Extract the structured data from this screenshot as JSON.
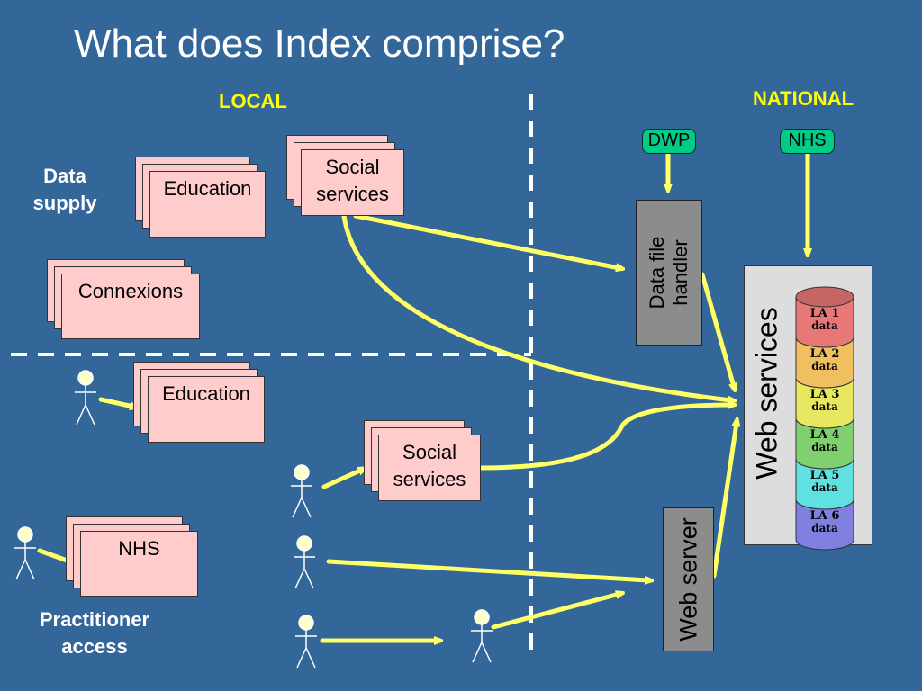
{
  "title": "What does Index comprise?",
  "labels": {
    "local": "LOCAL",
    "national": "NATIONAL",
    "data_supply": [
      "Data",
      "supply"
    ],
    "practitioner_access": [
      "Practitioner",
      "access"
    ]
  },
  "data_supply_boxes": {
    "education": "Education",
    "social_services": [
      "Social",
      "services"
    ],
    "connexions": "Connexions"
  },
  "practitioner_boxes": {
    "education": "Education",
    "social_services": [
      "Social",
      "services"
    ],
    "nhs": "NHS"
  },
  "national_sources": {
    "dwp": "DWP",
    "nhs": "NHS"
  },
  "data_file_handler": [
    "Data file",
    "handler"
  ],
  "web_services": "Web services",
  "web_server": "Web server",
  "database_segments": [
    {
      "label_top": "LA 1",
      "label_bottom": "data",
      "color": "#e87878"
    },
    {
      "label_top": "LA 2",
      "label_bottom": "data",
      "color": "#f0c060"
    },
    {
      "label_top": "LA 3",
      "label_bottom": "data",
      "color": "#e8e860"
    },
    {
      "label_top": "LA 4",
      "label_bottom": "data",
      "color": "#80d070"
    },
    {
      "label_top": "LA 5",
      "label_bottom": "data",
      "color": "#60e0e0"
    },
    {
      "label_top": "LA 6",
      "label_bottom": "data",
      "color": "#8080e0"
    }
  ],
  "colors": {
    "background": "#336699",
    "arrow": "#ffff66",
    "box_fill": "#ffcccc",
    "pill_fill": "#00cc88",
    "grey_box": "#8c8c8c",
    "person": "#ffffcc"
  }
}
